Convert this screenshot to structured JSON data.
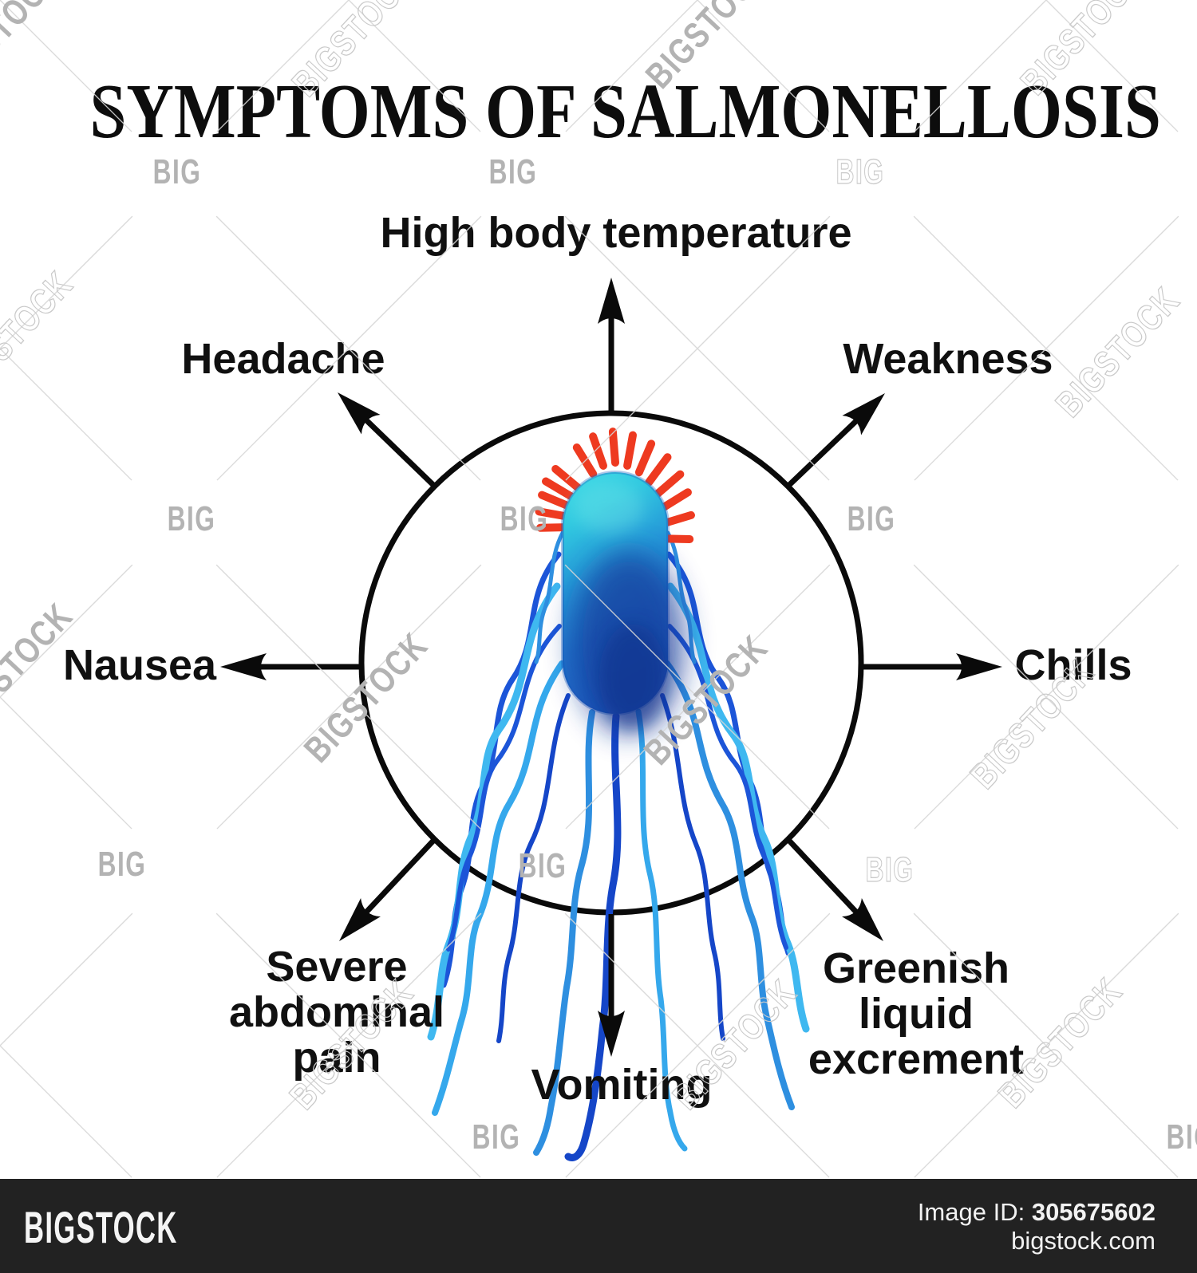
{
  "title": "SYMPTOMS OF SALMONELLOSIS",
  "symptoms": {
    "top": "High body temperature",
    "top_left": "Headache",
    "top_right": "Weakness",
    "left": "Nausea",
    "right": "Chills",
    "bottom_left": "Severe abdominal pain",
    "bottom": "Vomiting",
    "bottom_right": "Greenish liquid excrement"
  },
  "illustration": {
    "subject": "salmonella bacterium in circle with radiating arrows",
    "body_color_top": "#3fdce6",
    "body_color_middle": "#2596d8",
    "body_color_bottom": "#1d5fc2",
    "body_dark_spot": "#123a9a",
    "pili_color": "#ee3a20",
    "flagella_colors": [
      "#1c55d8",
      "#3fb8f0",
      "#2e8fe0",
      "#1546c8",
      "#35a8ec"
    ],
    "arrow_color": "#0a0a0a"
  },
  "watermark": {
    "brand": "BIGSTOCK",
    "short": "BIG",
    "color": "#b3b3b3"
  },
  "footer": {
    "logo": "BIGSTOCK",
    "image_id_label": "Image ID:",
    "image_id": "305675602",
    "site": "bigstock.com",
    "bar_color": "#222222"
  }
}
